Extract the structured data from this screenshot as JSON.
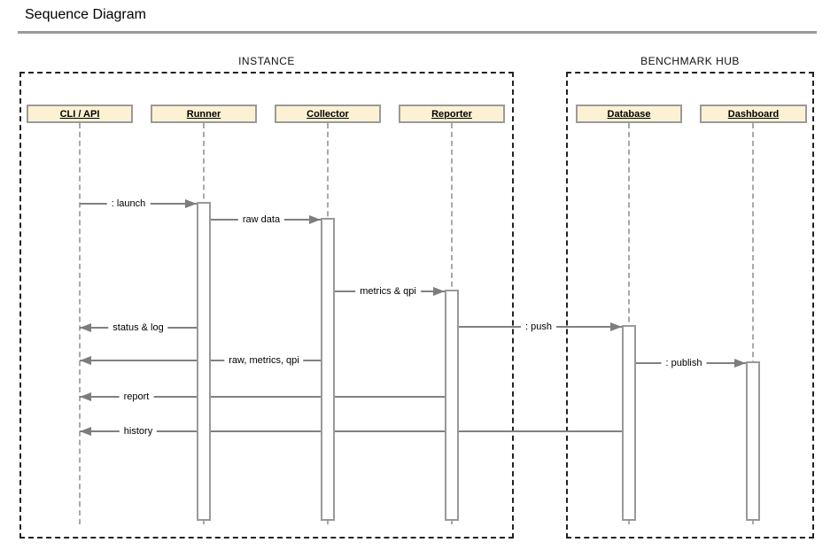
{
  "title": "Sequence Diagram",
  "frames": [
    {
      "label": "INSTANCE"
    },
    {
      "label": "BENCHMARK HUB"
    }
  ],
  "participants": [
    {
      "id": "cli-api",
      "label": "CLI / API"
    },
    {
      "id": "runner",
      "label": "Runner"
    },
    {
      "id": "collector",
      "label": "Collector"
    },
    {
      "id": "reporter",
      "label": "Reporter"
    },
    {
      "id": "database",
      "label": "Database"
    },
    {
      "id": "dashboard",
      "label": "Dashboard"
    }
  ],
  "messages": [
    {
      "label": ": launch",
      "from": "CLI / API",
      "to": "Runner",
      "direction": "right"
    },
    {
      "label": "raw data",
      "from": "Runner",
      "to": "Collector",
      "direction": "right"
    },
    {
      "label": "metrics & qpi",
      "from": "Collector",
      "to": "Reporter",
      "direction": "right"
    },
    {
      "label": "status & log",
      "from": "Runner",
      "to": "CLI / API",
      "direction": "left"
    },
    {
      "label": ": push",
      "from": "Reporter",
      "to": "Database",
      "direction": "right"
    },
    {
      "label": "raw, metrics, qpi",
      "from": "Collector",
      "to": "CLI / API",
      "direction": "left"
    },
    {
      "label": ": publish",
      "from": "Database",
      "to": "Dashboard",
      "direction": "right"
    },
    {
      "label": "report",
      "from": "Reporter",
      "to": "CLI / API",
      "direction": "left"
    },
    {
      "label": "history",
      "from": "Database",
      "to": "CLI / API",
      "direction": "left"
    }
  ],
  "colors": {
    "participant_fill": "#fcf2d3",
    "participant_border": "#9a9a9a",
    "message_line": "#808080",
    "lifeline": "#a9a9a9",
    "frame_border": "#222222",
    "title_rule": "#9a9a9a"
  }
}
